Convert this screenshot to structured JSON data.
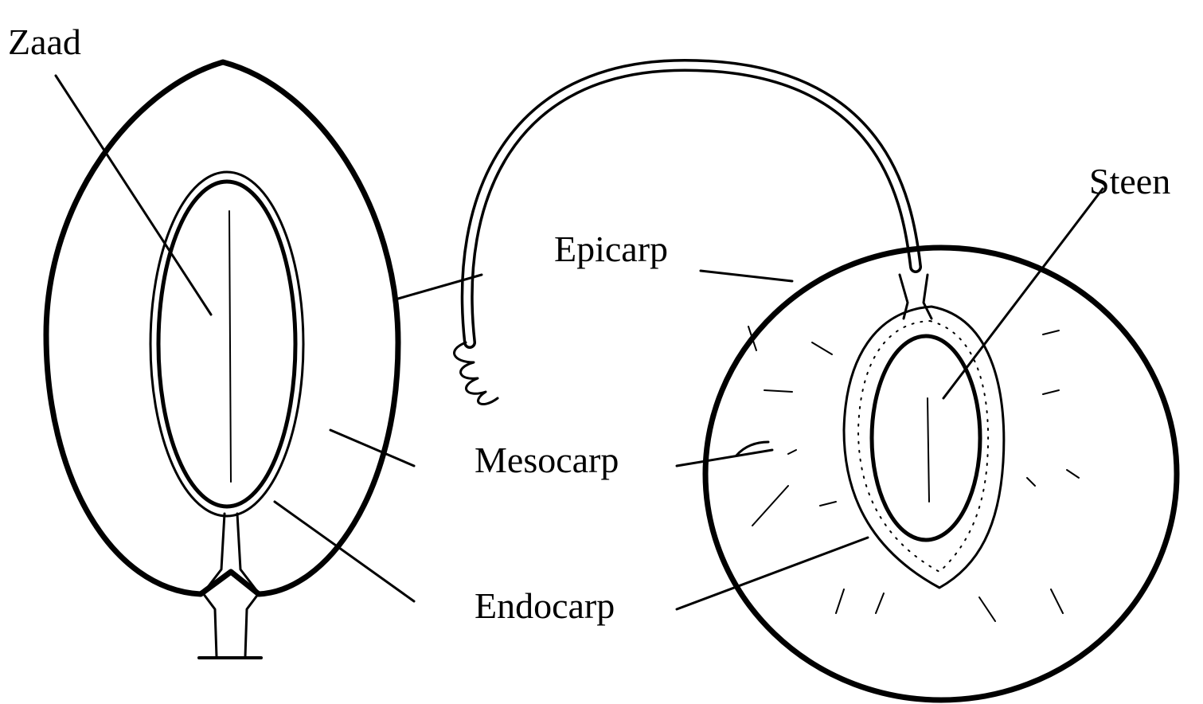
{
  "labels": {
    "zaad": "Zaad",
    "steen": "Steen",
    "epicarp": "Epicarp",
    "mesocarp": "Mesocarp",
    "endocarp": "Endocarp"
  },
  "colors": {
    "ink": "#000000",
    "background": "#ffffff"
  }
}
